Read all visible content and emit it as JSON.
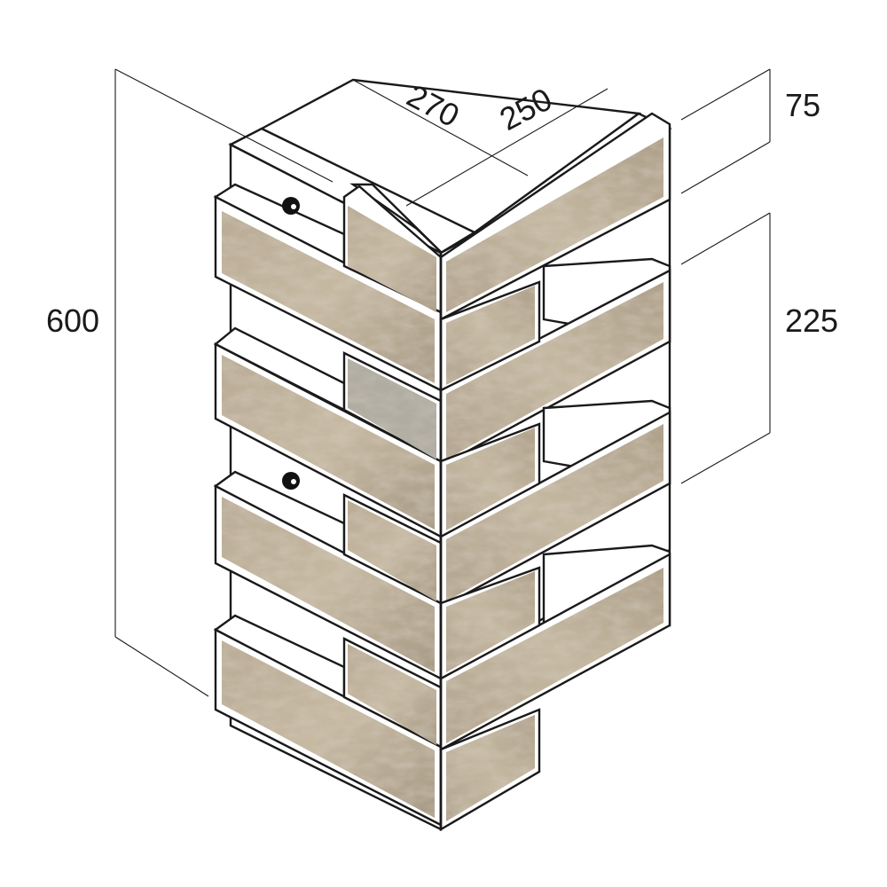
{
  "dimensions": {
    "height_total": "600",
    "left_length": "270",
    "right_length": "250",
    "thickness": "75",
    "course_height": "225"
  },
  "colors": {
    "stone_base": "#b7a892",
    "stone_light": "#cbbfa8",
    "stone_dark": "#9c8f7b",
    "stone_grey": "#a9a49a",
    "line": "#1a1a1a",
    "background": "#ffffff"
  }
}
